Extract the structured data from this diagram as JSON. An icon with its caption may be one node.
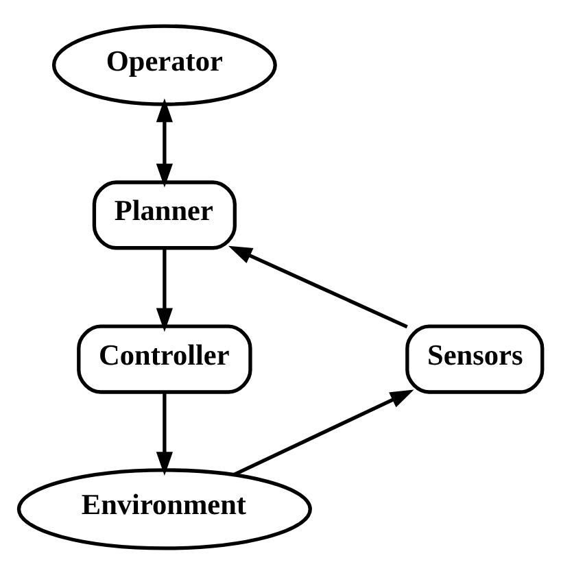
{
  "diagram": {
    "nodes": [
      {
        "text": [
          "Operator"
        ]
      },
      {
        "text": [
          "Planner"
        ]
      },
      {
        "text": [
          "Controller"
        ]
      },
      {
        "text": [
          "Sensors"
        ]
      },
      {
        "text": [
          "Environment"
        ]
      }
    ],
    "edges": [
      {
        "from": 0,
        "to": 1,
        "arrow": "both"
      },
      {
        "from": 1,
        "to": 2,
        "arrow": "to"
      },
      {
        "from": 2,
        "to": 4,
        "arrow": "to"
      },
      {
        "from": 4,
        "to": 3,
        "arrow": "to"
      },
      {
        "from": 3,
        "to": 1,
        "arrow": "to"
      }
    ]
  }
}
